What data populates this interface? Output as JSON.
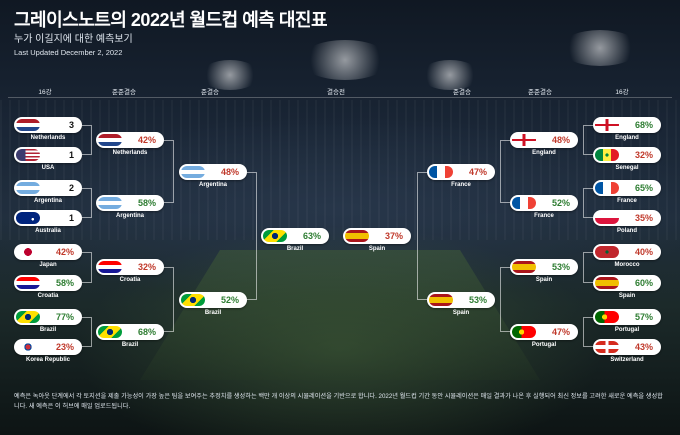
{
  "header": {
    "title": "그레이스노트의 2022년 월드컵 예측 대진표",
    "subtitle": "누가 이길지에 대한 예측보기",
    "updated": "Last Updated December 2, 2022"
  },
  "rounds": {
    "r16_left": "16강",
    "qf_left": "준준결승",
    "sf_left": "준결승",
    "final": "결승전",
    "sf_right": "준결승",
    "qf_right": "준준결승",
    "r16_right": "16강"
  },
  "teams": {
    "r16L": [
      {
        "name": "Netherlands",
        "value": "3",
        "flag": "netherlands"
      },
      {
        "name": "USA",
        "value": "1",
        "flag": "usa"
      },
      {
        "name": "Argentina",
        "value": "2",
        "flag": "argentina"
      },
      {
        "name": "Australia",
        "value": "1",
        "flag": "australia"
      },
      {
        "name": "Japan",
        "value": "42%",
        "flag": "japan"
      },
      {
        "name": "Croatia",
        "value": "58%",
        "flag": "croatia"
      },
      {
        "name": "Brazil",
        "value": "77%",
        "flag": "brazil"
      },
      {
        "name": "Korea Republic",
        "value": "23%",
        "flag": "korea"
      }
    ],
    "qfL": [
      {
        "name": "Netherlands",
        "value": "42%",
        "flag": "netherlands"
      },
      {
        "name": "Argentina",
        "value": "58%",
        "flag": "argentina"
      },
      {
        "name": "Croatia",
        "value": "32%",
        "flag": "croatia"
      },
      {
        "name": "Brazil",
        "value": "68%",
        "flag": "brazil"
      }
    ],
    "sfL": [
      {
        "name": "Argentina",
        "value": "48%",
        "flag": "argentina"
      },
      {
        "name": "Brazil",
        "value": "52%",
        "flag": "brazil"
      }
    ],
    "final": [
      {
        "name": "Brazil",
        "value": "63%",
        "flag": "brazil"
      },
      {
        "name": "Spain",
        "value": "37%",
        "flag": "spain"
      }
    ],
    "sfR": [
      {
        "name": "France",
        "value": "47%",
        "flag": "france"
      },
      {
        "name": "Spain",
        "value": "53%",
        "flag": "spain"
      }
    ],
    "qfR": [
      {
        "name": "England",
        "value": "48%",
        "flag": "england"
      },
      {
        "name": "France",
        "value": "52%",
        "flag": "france"
      },
      {
        "name": "Spain",
        "value": "53%",
        "flag": "spain"
      },
      {
        "name": "Portugal",
        "value": "47%",
        "flag": "portugal"
      }
    ],
    "r16R": [
      {
        "name": "England",
        "value": "68%",
        "flag": "england"
      },
      {
        "name": "Senegal",
        "value": "32%",
        "flag": "senegal"
      },
      {
        "name": "France",
        "value": "65%",
        "flag": "france"
      },
      {
        "name": "Poland",
        "value": "35%",
        "flag": "poland"
      },
      {
        "name": "Morocco",
        "value": "40%",
        "flag": "morocco"
      },
      {
        "name": "Spain",
        "value": "60%",
        "flag": "spain"
      },
      {
        "name": "Portugal",
        "value": "57%",
        "flag": "portugal"
      },
      {
        "name": "Switzerland",
        "value": "43%",
        "flag": "switzerland"
      }
    ]
  },
  "footer": {
    "text": "예측은 녹아웃 단계에서 각 토지션을 제출 가능성이 가장 높은 팀을 보여주는 추정치를 생성하는 백만 개 이상의 시뮬레이션을 기반으로 합니다. 2022년 월드컵 기간 동안 시뮬레이션은 매일 결과가 나온 후 실행되어 최신 정보를 고려한 새로운 예측을 생성합니다. 새 예측은 이 허브에 매일 업로드됩니다."
  },
  "colors": {
    "win": "#2e7d32",
    "lose": "#c0392b",
    "score": "#111111"
  }
}
